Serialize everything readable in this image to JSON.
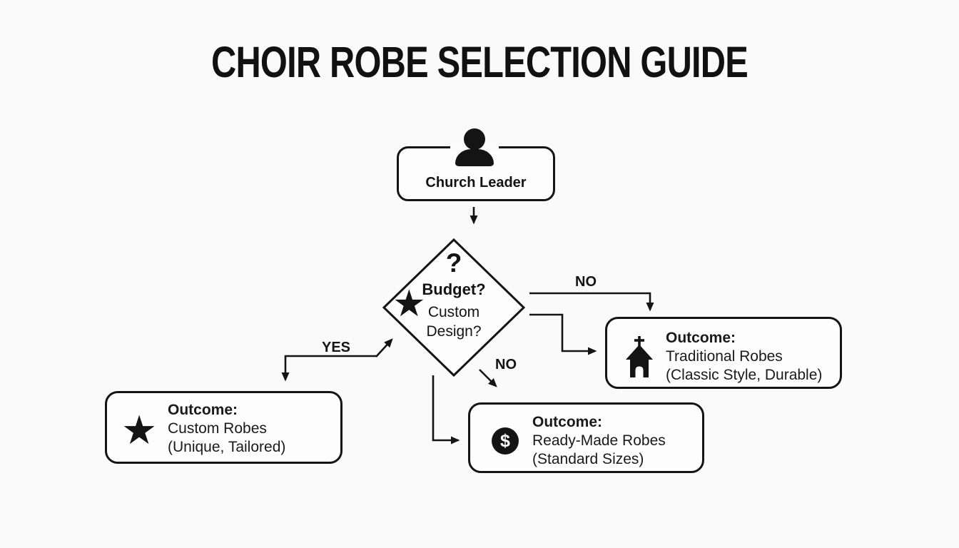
{
  "page": {
    "title": "CHOIR ROBE SELECTION GUIDE"
  },
  "nodes": {
    "start": {
      "label": "Church Leader",
      "icon": "person-icon"
    },
    "decision": {
      "badge": "?",
      "lines": [
        "Budget?",
        "Custom",
        "Design?"
      ],
      "icon": "star-icon",
      "star_glyph": "★"
    },
    "outcome_custom": {
      "heading": "Outcome:",
      "title": "Custom Robes",
      "subtitle": "(Unique, Tailored)",
      "icon": "star-icon",
      "glyph": "★"
    },
    "outcome_traditional": {
      "heading": "Outcome:",
      "title": "Traditional Robes",
      "subtitle": "(Classic Style, Durable)",
      "icon": "church-icon"
    },
    "outcome_ready_made": {
      "heading": "Outcome:",
      "title": "Ready-Made Robes",
      "subtitle": "(Standard Sizes)",
      "icon": "dollar-icon",
      "glyph": "$"
    }
  },
  "edges": {
    "yes": {
      "label": "YES"
    },
    "no_traditional": {
      "label": "NO"
    },
    "no_ready_made": {
      "label": "NO"
    }
  },
  "colors": {
    "ink": "#141414",
    "background": "#fafafa",
    "node_fill": "#fdfdfd"
  }
}
